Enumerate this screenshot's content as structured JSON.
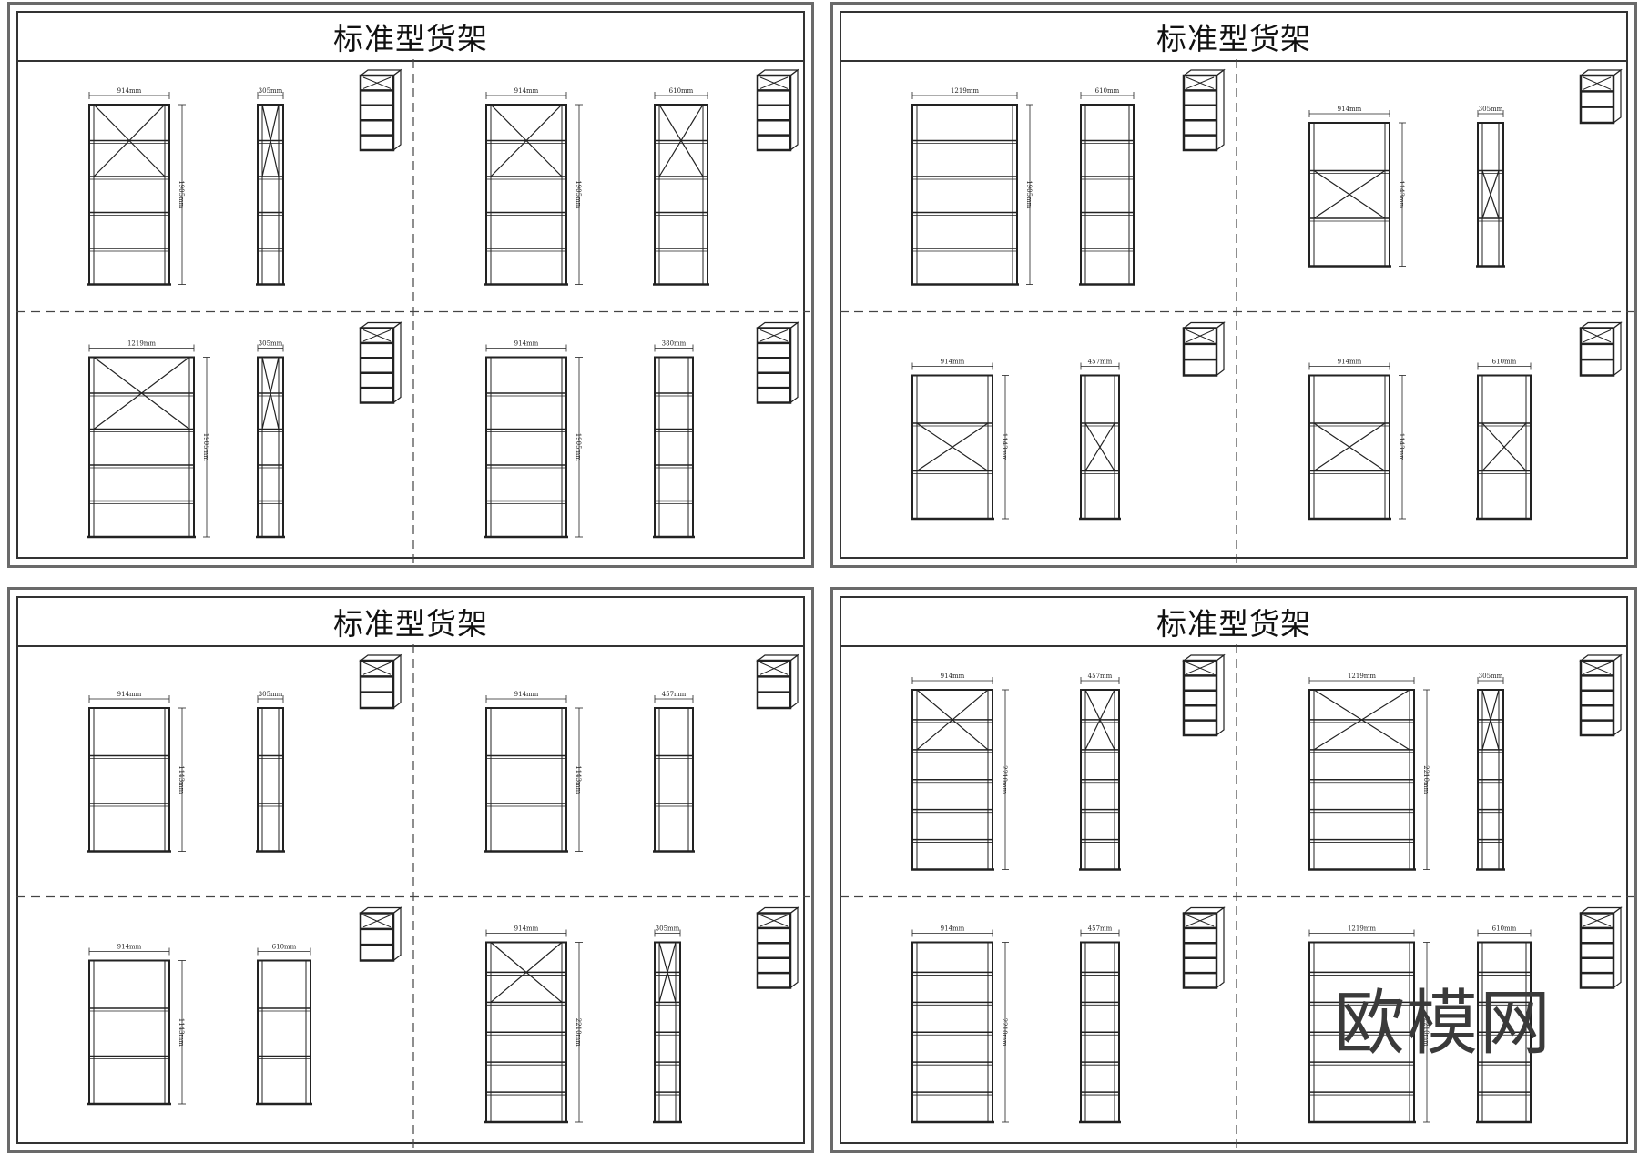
{
  "sheets": [
    {
      "title": "标准型货架",
      "cells": [
        {
          "dims": [
            {
              "w": "914mm",
              "h": "1905mm"
            },
            {
              "w": "305mm"
            }
          ],
          "front_shelves": 5,
          "front_brace": "top",
          "side_brace": "top"
        },
        {
          "dims": [
            {
              "w": "914mm",
              "h": "1905mm"
            },
            {
              "w": "610mm"
            }
          ],
          "front_shelves": 5,
          "front_brace": "top",
          "side_brace": "top"
        },
        {
          "dims": [
            {
              "w": "1219mm",
              "h": "1905mm"
            },
            {
              "w": "305mm"
            }
          ],
          "front_shelves": 5,
          "front_brace": "top",
          "side_brace": "top"
        },
        {
          "dims": [
            {
              "w": "914mm",
              "h": "1905mm"
            },
            {
              "w": "380mm"
            }
          ],
          "front_shelves": 5,
          "front_brace": "none",
          "side_brace": "none"
        }
      ]
    },
    {
      "title": "标准型货架",
      "cells": [
        {
          "dims": [
            {
              "w": "1219mm",
              "h": "1905mm"
            },
            {
              "w": "610mm"
            }
          ],
          "front_shelves": 5,
          "front_brace": "none",
          "side_brace": "none"
        },
        {
          "dims": [
            {
              "w": "914mm",
              "h": "1143mm"
            },
            {
              "w": "305mm"
            }
          ],
          "front_shelves": 3,
          "front_brace": "full",
          "side_brace": "full"
        },
        {
          "dims": [
            {
              "w": "914mm",
              "h": "1143mm"
            },
            {
              "w": "457mm"
            }
          ],
          "front_shelves": 3,
          "front_brace": "full",
          "side_brace": "full"
        },
        {
          "dims": [
            {
              "w": "914mm",
              "h": "1143mm"
            },
            {
              "w": "610mm"
            }
          ],
          "front_shelves": 3,
          "front_brace": "full",
          "side_brace": "full"
        }
      ]
    },
    {
      "title": "标准型货架",
      "cells": [
        {
          "dims": [
            {
              "w": "914mm",
              "h": "1143mm"
            },
            {
              "w": "305mm"
            }
          ],
          "front_shelves": 3,
          "front_brace": "none",
          "side_brace": "none"
        },
        {
          "dims": [
            {
              "w": "914mm",
              "h": "1143mm"
            },
            {
              "w": "457mm"
            }
          ],
          "front_shelves": 3,
          "front_brace": "none",
          "side_brace": "none"
        },
        {
          "dims": [
            {
              "w": "914mm",
              "h": "1143mm"
            },
            {
              "w": "610mm"
            }
          ],
          "front_shelves": 3,
          "front_brace": "none",
          "side_brace": "none"
        },
        {
          "dims": [
            {
              "w": "914mm",
              "h": "2210mm"
            },
            {
              "w": "305mm"
            }
          ],
          "front_shelves": 6,
          "front_brace": "top",
          "side_brace": "top"
        }
      ]
    },
    {
      "title": "标准型货架",
      "cells": [
        {
          "dims": [
            {
              "w": "914mm",
              "h": "2210mm"
            },
            {
              "w": "457mm"
            }
          ],
          "front_shelves": 6,
          "front_brace": "top",
          "side_brace": "top"
        },
        {
          "dims": [
            {
              "w": "1219mm",
              "h": "2210mm"
            },
            {
              "w": "305mm"
            }
          ],
          "front_shelves": 6,
          "front_brace": "top",
          "side_brace": "top"
        },
        {
          "dims": [
            {
              "w": "914mm",
              "h": "2210mm"
            },
            {
              "w": "457mm"
            }
          ],
          "front_shelves": 6,
          "front_brace": "none",
          "side_brace": "none"
        },
        {
          "dims": [
            {
              "w": "1219mm",
              "h": "2210mm"
            },
            {
              "w": "610mm"
            }
          ],
          "front_shelves": 6,
          "front_brace": "none",
          "side_brace": "none"
        }
      ]
    }
  ],
  "brand": "欧模网",
  "colors": {
    "ink": "#222222",
    "frame": "#333333",
    "outer": "#6a6a6a",
    "divider": "#444444"
  }
}
